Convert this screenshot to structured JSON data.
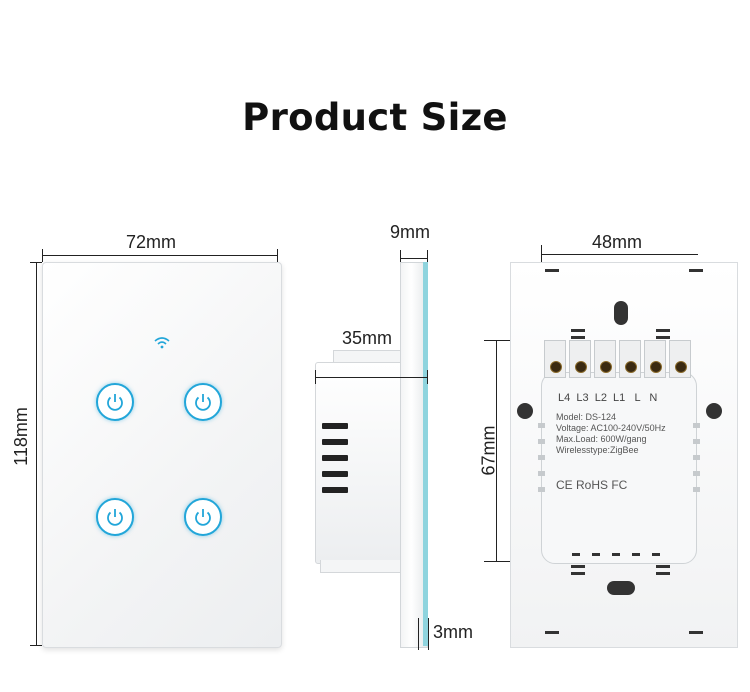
{
  "title": "Product Size",
  "dimensions": {
    "front_width": "72mm",
    "front_height": "118mm",
    "side_thickness": "9mm",
    "side_depth": "35mm",
    "glass_thickness": "3mm",
    "back_width": "48mm",
    "back_height": "67mm"
  },
  "back_label": {
    "terminals": "L4  L3  L2  L1   L   N",
    "model": "Model: DS-124",
    "voltage": "Voltage: AC100-240V/50Hz",
    "max_load": "Max.Load: 600W/gang",
    "wireless": "Wirelesstype:ZigBee",
    "certs": "CE RoHS FC"
  },
  "colors": {
    "accent": "#22a6d9",
    "edge": "#8fd4de"
  },
  "icons": [
    "wifi-icon",
    "power-icon"
  ]
}
